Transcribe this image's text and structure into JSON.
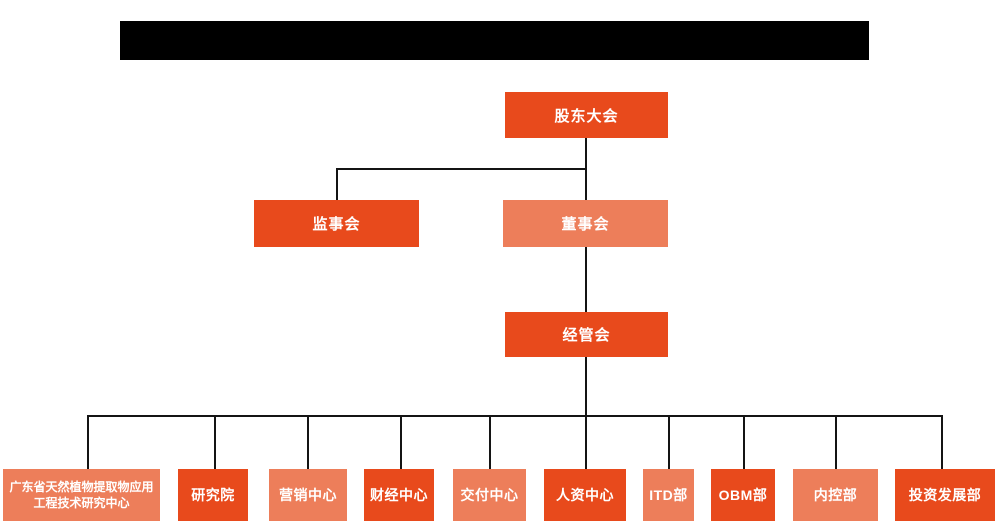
{
  "org": {
    "root": {
      "label": "股东大会"
    },
    "supervisory": {
      "label": "监事会"
    },
    "board": {
      "label": "董事会"
    },
    "management": {
      "label": "经管会"
    },
    "departments": [
      {
        "label": "广东省天然植物提取物应用工程技术研究中心",
        "variant": "light"
      },
      {
        "label": "研究院",
        "variant": "dark"
      },
      {
        "label": "营销中心",
        "variant": "light"
      },
      {
        "label": "财经中心",
        "variant": "dark"
      },
      {
        "label": "交付中心",
        "variant": "light"
      },
      {
        "label": "人资中心",
        "variant": "dark"
      },
      {
        "label": "ITD部",
        "variant": "light"
      },
      {
        "label": "OBM部",
        "variant": "dark"
      },
      {
        "label": "内控部",
        "variant": "light"
      },
      {
        "label": "投资发展部",
        "variant": "dark"
      }
    ]
  },
  "colors": {
    "node_dark": "#E84A1C",
    "node_light": "#ED7E5A",
    "connector_line": "#141414",
    "redacted_bar": "#000000",
    "node_text": "#ffffff",
    "background": "#ffffff"
  }
}
